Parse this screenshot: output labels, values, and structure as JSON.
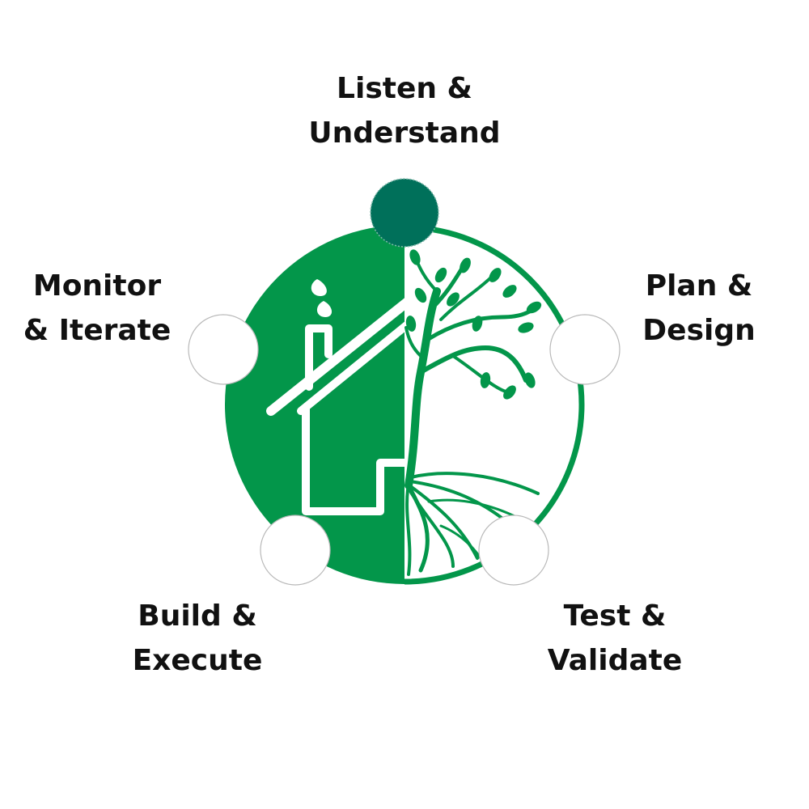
{
  "colors": {
    "brand_green": "#03964a",
    "active_node": "#00705a",
    "node_fill": "#ffffff",
    "node_stroke": "#b9b9b9",
    "text": "#111111"
  },
  "steps": [
    {
      "id": "listen",
      "line1": "Listen &",
      "line2": "Understand",
      "active": true
    },
    {
      "id": "plan",
      "line1": "Plan &",
      "line2": "Design",
      "active": false
    },
    {
      "id": "test",
      "line1": "Test &",
      "line2": "Validate",
      "active": false
    },
    {
      "id": "build",
      "line1": "Build &",
      "line2": "Execute",
      "active": false
    },
    {
      "id": "monitor",
      "line1": "Monitor",
      "line2": "& Iterate",
      "active": false
    }
  ],
  "logo": {
    "left_icon": "house-chimney-icon",
    "right_icon": "tree-with-roots-icon"
  }
}
